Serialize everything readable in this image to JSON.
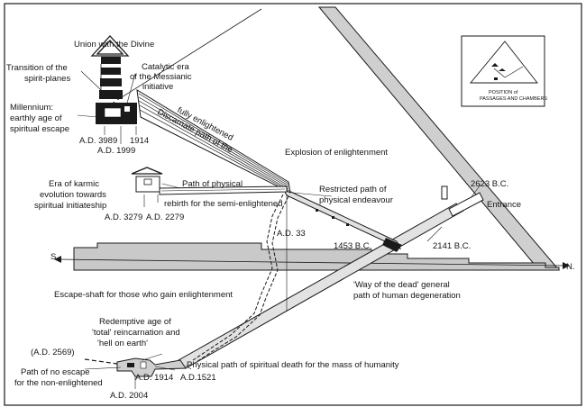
{
  "labels": {
    "union": "Union with the Divine",
    "transition1": "Transition of the",
    "transition2": "spirit-planes",
    "catalytic1": "Catalytic era",
    "catalytic2": "of the Messianic",
    "catalytic3": "initiative",
    "millennium1": "Millennium:",
    "millennium2": "earthly age of",
    "millennium3": "spiritual escape",
    "ad3989": "A.D. 3989",
    "ad1914top": "1914",
    "ad1999": "A.D. 1999",
    "discarnate1": "Discarnate path of the",
    "discarnate2": "fully enlightened",
    "explosion": "Explosion of enlightenment",
    "karmic1": "Era of karmic",
    "karmic2": "evolution towards",
    "karmic3": "spiritual initiateship",
    "pathPhysical": "Path of physical",
    "rebirth": "rebirth for the semi-enlightened",
    "restricted1": "Restricted path of",
    "restricted2": "physical endeavour",
    "ad3279": "A.D. 3279",
    "ad2279": "A.D. 2279",
    "bc2623": "2623 B.C.",
    "entrance": "Entrance",
    "ad33": "A.D. 33",
    "bc1453": "1453 B.C.",
    "bc2141": "2141 B.C.",
    "south": "S",
    "north": "N.",
    "escape": "Escape-shaft for those who gain enlightenment",
    "wayDead1": "'Way of the dead' general",
    "wayDead2": "path of human degeneration",
    "redemptive1": "Redemptive age of",
    "redemptive2": "'total' reincarnation and",
    "redemptive3": "'hell on earth'",
    "ad2569": "(A.D. 2569)",
    "noEscape1": "Path of no escape",
    "noEscape2": "for the non-enlightened",
    "ad1914bottom": "A.D. 1914",
    "ad1521": "A.D.1521",
    "ad2004": "A.D. 2004",
    "spiritualDeath": "Physical path of spiritual death for the mass of humanity",
    "insetTitle1": "POSITION of",
    "insetTitle2": "PASSAGES AND CHAMBERS"
  }
}
